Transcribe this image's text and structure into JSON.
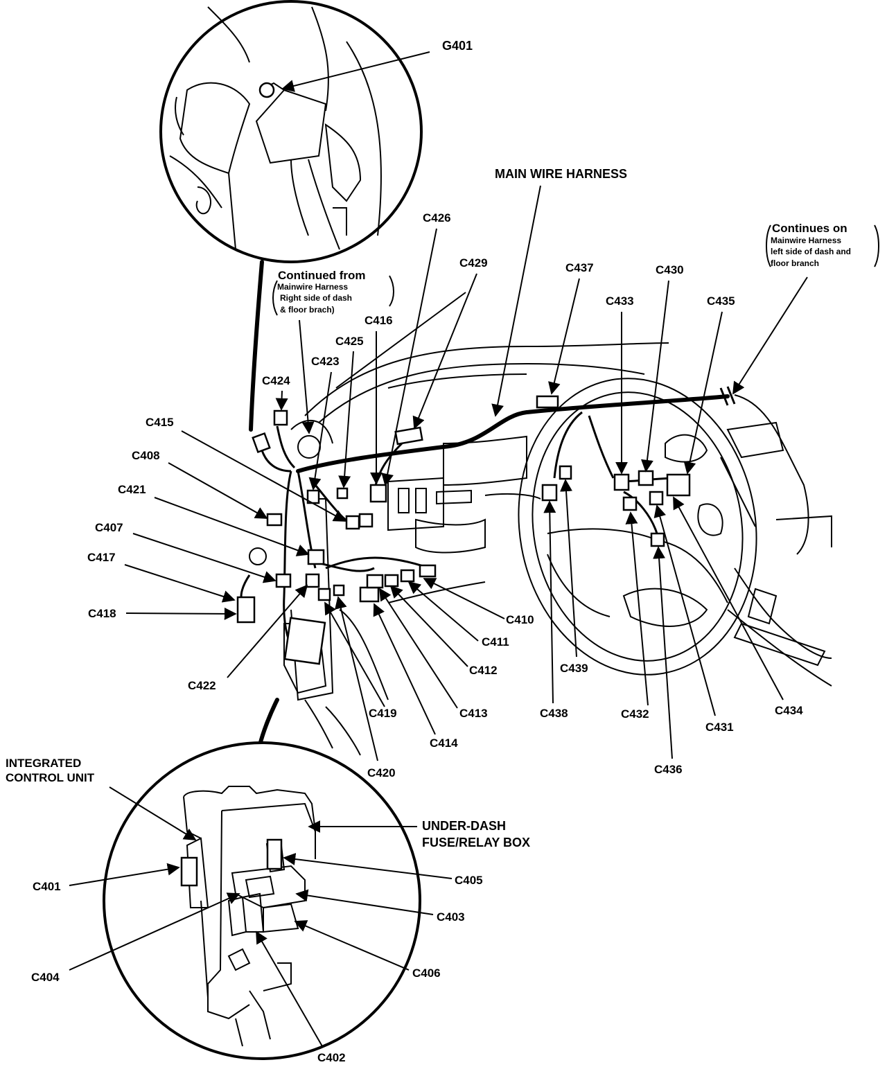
{
  "inset_top": {
    "ground_label": "G401"
  },
  "main": {
    "harness_title": "MAIN WIRE HARNESS",
    "note_right": [
      "Continues on",
      "Mainwire Harness",
      "left side of dash and",
      "floor branch"
    ],
    "note_left": [
      "Continued from",
      "Mainwire Harness",
      "Right side of dash",
      "& floor brach)"
    ],
    "connectors": {
      "c426": "C426",
      "c429": "C429",
      "c437": "C437",
      "c430": "C430",
      "c433": "C433",
      "c435": "C435",
      "c416": "C416",
      "c425": "C425",
      "c423": "C423",
      "c424": "C424",
      "c415": "C415",
      "c408": "C408",
      "c421": "C421",
      "c407": "C407",
      "c417": "C417",
      "c418": "C418",
      "c422": "C422",
      "c410": "C410",
      "c411": "C411",
      "c412": "C412",
      "c413": "C413",
      "c414": "C414",
      "c419": "C419",
      "c420": "C420",
      "c438": "C438",
      "c439": "C439",
      "c432": "C432",
      "c431": "C431",
      "c434": "C434",
      "c436": "C436"
    }
  },
  "inset_bottom": {
    "icu_label": [
      "INTEGRATED",
      "CONTROL UNIT"
    ],
    "fuse_box_label": [
      "UNDER-DASH",
      "FUSE/RELAY BOX"
    ],
    "connectors": {
      "c401": "C401",
      "c405": "C405",
      "c403": "C403",
      "c404": "C404",
      "c406": "C406",
      "c402": "C402"
    }
  }
}
